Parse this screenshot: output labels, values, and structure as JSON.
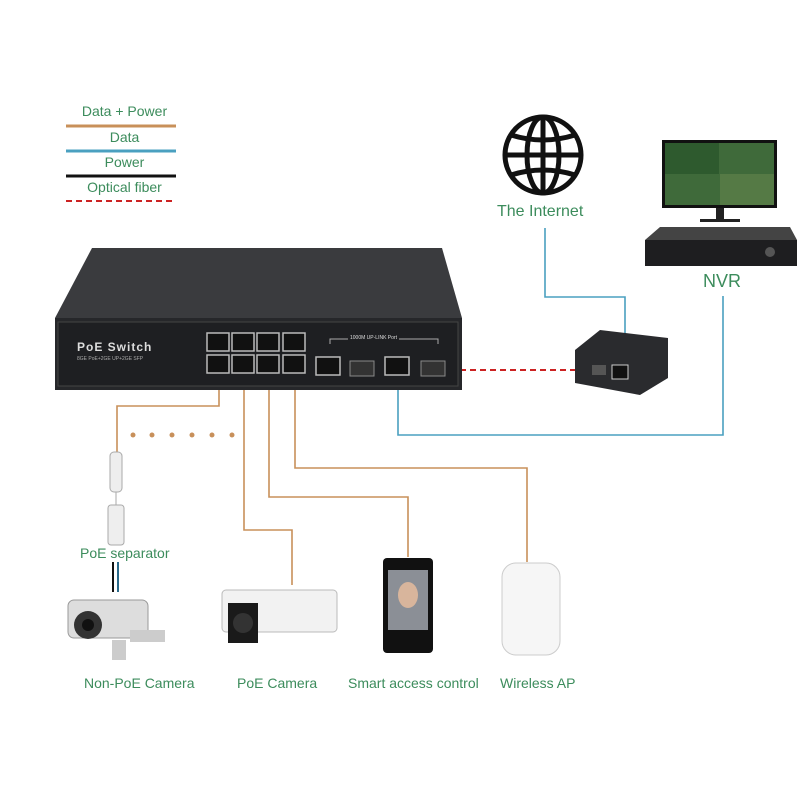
{
  "legend": {
    "items": [
      {
        "label": "Data + Power",
        "color": "#c8905a",
        "style": "solid"
      },
      {
        "label": "Data",
        "color": "#4aa0c0",
        "style": "solid"
      },
      {
        "label": "Power",
        "color": "#111111",
        "style": "solid"
      },
      {
        "label": "Optical fiber",
        "color": "#cc2222",
        "style": "dashed"
      }
    ]
  },
  "switch": {
    "title": "PoE Switch",
    "subtitle": "8GE PoE+2GE UP+2GE SFP",
    "uplink_label": "1000M  UP-LINK Port"
  },
  "nodes": {
    "internet": "The Internet",
    "nvr": "NVR",
    "poe_separator": "PoE separator",
    "non_poe_camera": "Non-PoE Camera",
    "poe_camera": "PoE Camera",
    "smart_access": "Smart access control",
    "wireless_ap": "Wireless AP"
  },
  "colors": {
    "label_text": "#3c8c5c",
    "data_power": "#c8905a",
    "data": "#4aa0c0",
    "power": "#111111",
    "fiber": "#cc2222"
  }
}
